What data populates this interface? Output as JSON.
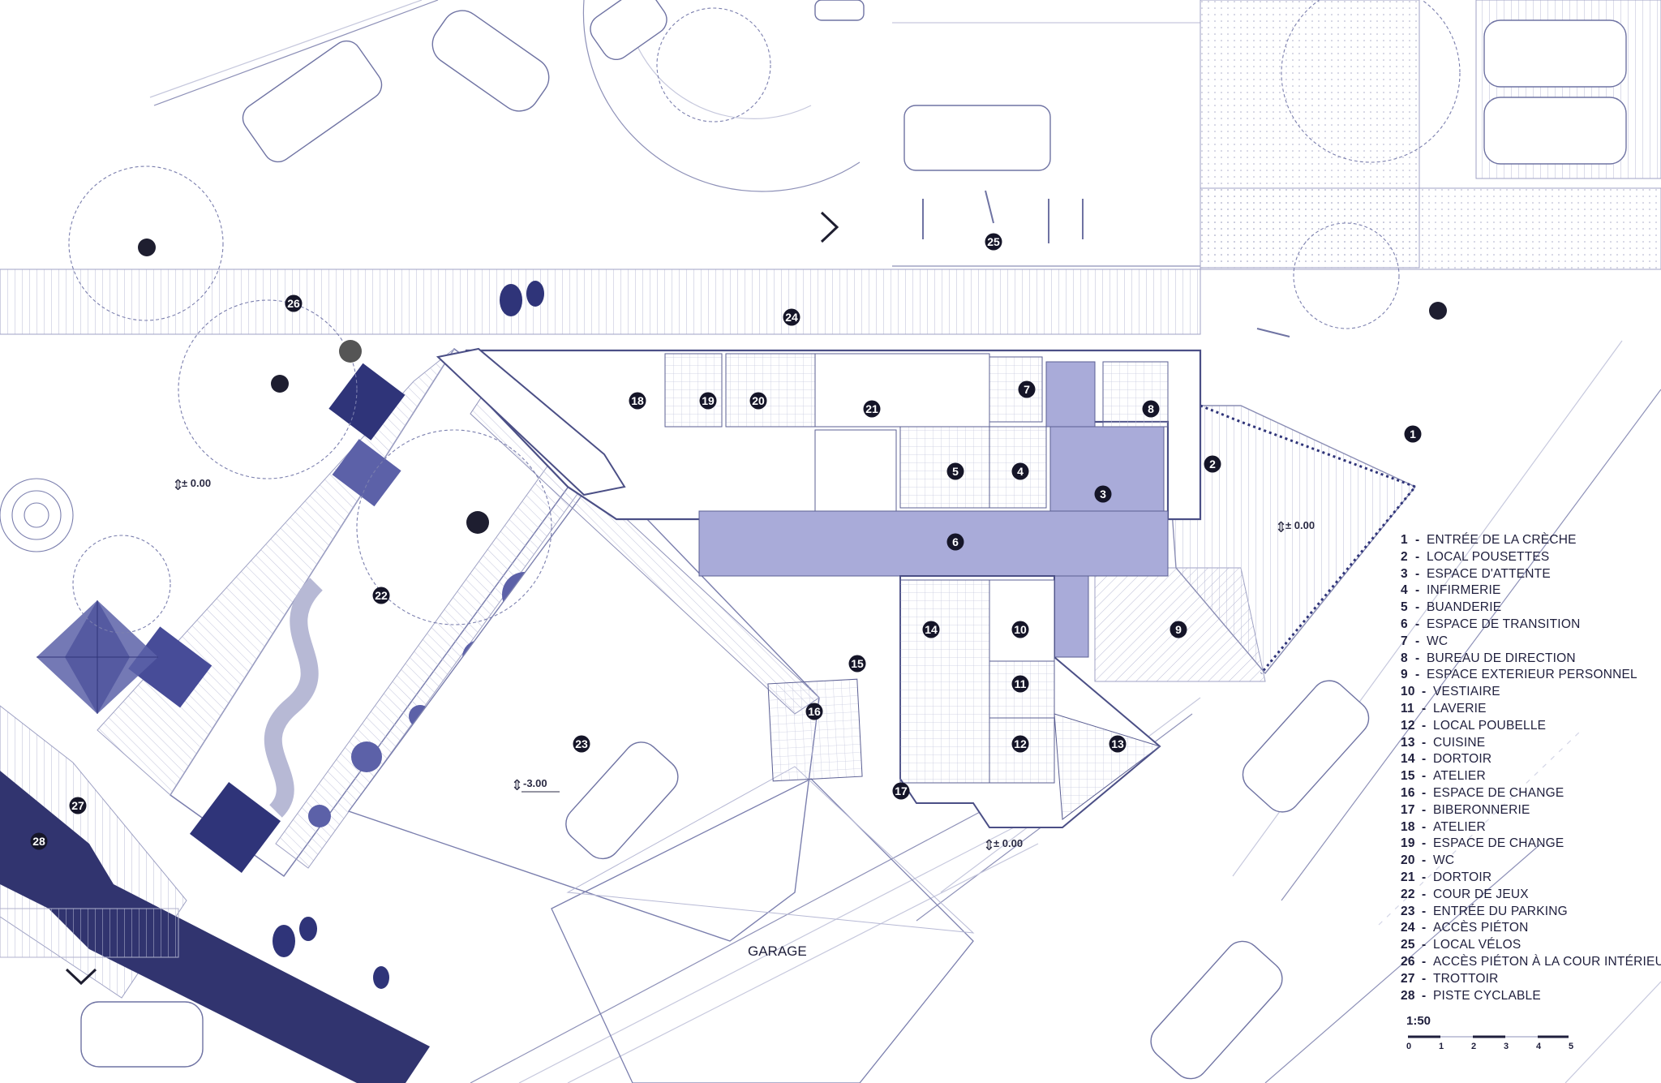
{
  "legend": [
    {
      "num": "1",
      "label": "ENTRÉE DE LA CRÈCHE"
    },
    {
      "num": "2",
      "label": "LOCAL POUSETTES"
    },
    {
      "num": "3",
      "label": "ESPACE D'ATTENTE"
    },
    {
      "num": "4",
      "label": "INFIRMERIE"
    },
    {
      "num": "5",
      "label": "BUANDERIE"
    },
    {
      "num": "6",
      "label": "ESPACE DE TRANSITION"
    },
    {
      "num": "7",
      "label": "WC"
    },
    {
      "num": "8",
      "label": "BUREAU DE DIRECTION"
    },
    {
      "num": "9",
      "label": "ESPACE EXTERIEUR PERSONNEL"
    },
    {
      "num": "10",
      "label": "VESTIAIRE"
    },
    {
      "num": "11",
      "label": "LAVERIE"
    },
    {
      "num": "12",
      "label": "LOCAL POUBELLE"
    },
    {
      "num": "13",
      "label": "CUISINE"
    },
    {
      "num": "14",
      "label": "DORTOIR"
    },
    {
      "num": "15",
      "label": "ATELIER"
    },
    {
      "num": "16",
      "label": "ESPACE DE CHANGE"
    },
    {
      "num": "17",
      "label": "BIBERONNERIE"
    },
    {
      "num": "18",
      "label": "ATELIER"
    },
    {
      "num": "19",
      "label": "ESPACE DE CHANGE"
    },
    {
      "num": "20",
      "label": "WC"
    },
    {
      "num": "21",
      "label": "DORTOIR"
    },
    {
      "num": "22",
      "label": "COUR DE JEUX"
    },
    {
      "num": "23",
      "label": "ENTRÉE DU PARKING"
    },
    {
      "num": "24",
      "label": "ACCÈS PIÉTON"
    },
    {
      "num": "25",
      "label": "LOCAL VÉLOS"
    },
    {
      "num": "26",
      "label": "ACCÈS PIÉTON À LA COUR INTÉRIEURE"
    },
    {
      "num": "27",
      "label": "TROTTOIR"
    },
    {
      "num": "28",
      "label": "PISTE CYCLABLE"
    }
  ],
  "levels": {
    "courtyard": "± 0.00",
    "staff_exterior": "± 0.00",
    "street": "± 0.00",
    "parking": "-3.00"
  },
  "garage_label": "GARAGE",
  "scale": {
    "label": "1:50",
    "ticks": [
      "0",
      "1",
      "2",
      "3",
      "4",
      "5"
    ]
  },
  "colors": {
    "ink": "#2e2e5e",
    "accent_dark": "#2f3479",
    "accent_mid": "#5c61a8",
    "accent_light": "#a9abd9",
    "line": "#7b7fae"
  }
}
